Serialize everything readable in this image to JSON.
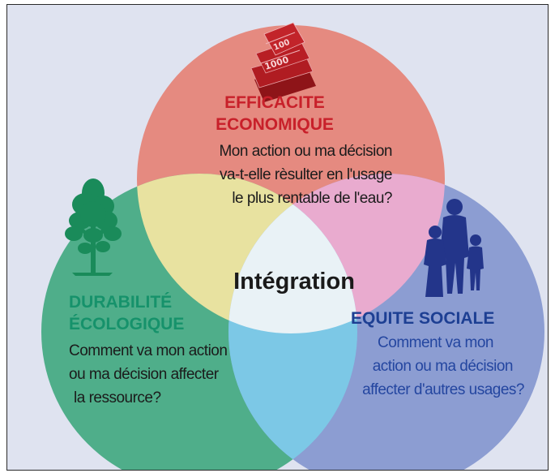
{
  "center": {
    "label": "Intégration"
  },
  "economic": {
    "title_lines": [
      "EFFICACITE",
      "ECONOMIQUE"
    ],
    "desc_lines": [
      "Mon action ou ma décision",
      "va-t-elle rèsulter en l'usage",
      "le plus rentable de l'eau?"
    ],
    "color": "#c8202a",
    "icon": "banknotes-icon",
    "banknote_labels": [
      "100",
      "1000"
    ]
  },
  "ecological": {
    "title_lines": [
      "DURABILITÉ",
      "ÉCOLOGIQUE"
    ],
    "desc_lines": [
      "Comment va mon action",
      "ou ma décision affecter",
      "la ressource?"
    ],
    "color": "#16926b",
    "icon": "tree-icon"
  },
  "social": {
    "title_lines": [
      "EQUITE SOCIALE"
    ],
    "desc_lines": [
      "Comment va mon",
      "action ou ma décision",
      "affecter d'autres usages?"
    ],
    "color": "#1d3f93",
    "icon": "family-icon"
  },
  "colors": {
    "background": "#dfe3f0",
    "circle_red": "#e58a80",
    "circle_green": "#4fae8a",
    "circle_blue": "#8c9dd2",
    "overlap_red_green": "#e8e2a0",
    "overlap_red_blue": "#e9abcf",
    "overlap_green_blue": "#7cc8e6",
    "overlap_center": "#e9f2f6"
  }
}
